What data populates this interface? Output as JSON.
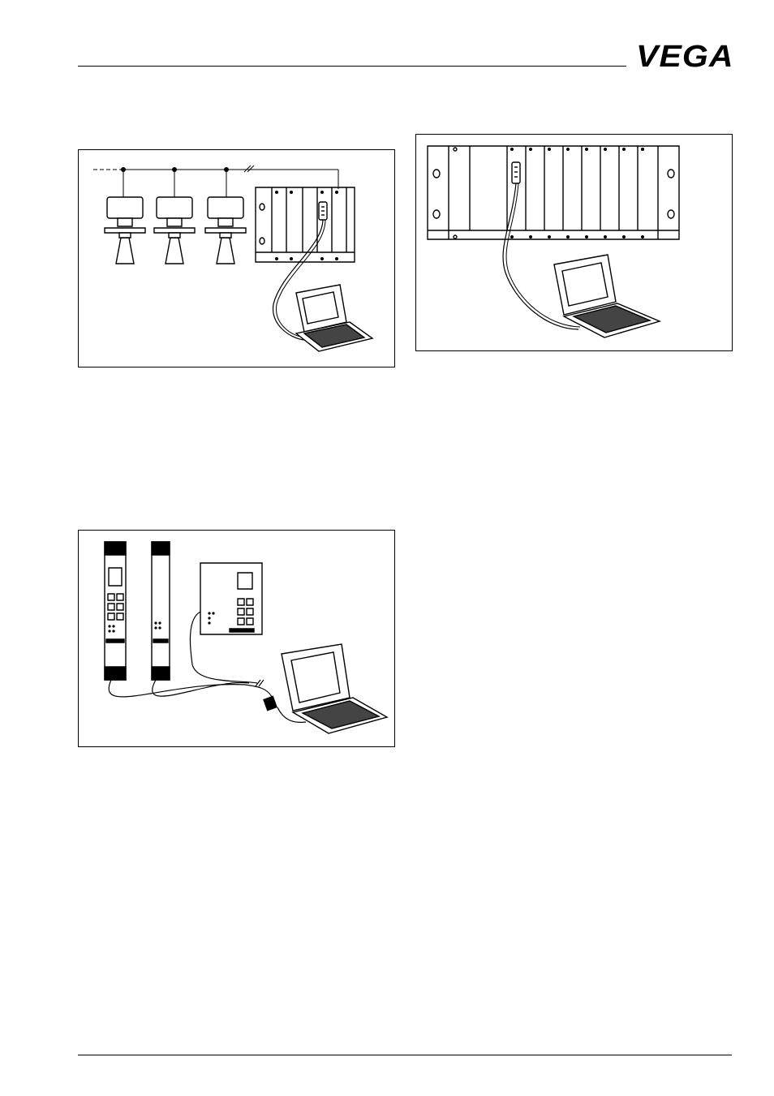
{
  "header": {
    "logo_text": "VEGA"
  },
  "figures": [
    {
      "id": "fig-sensors-rack-laptop",
      "icons": [
        "sensor-icon",
        "sensor-icon",
        "sensor-icon",
        "rack-icon",
        "connector-icon",
        "laptop-icon"
      ]
    },
    {
      "id": "fig-rack-laptop",
      "icons": [
        "rack-icon",
        "connector-icon",
        "laptop-icon"
      ]
    },
    {
      "id": "fig-modules-laptop",
      "icons": [
        "module-icon",
        "module-icon",
        "panel-icon",
        "adapter-icon",
        "laptop-icon"
      ]
    }
  ],
  "colors": {
    "ink": "#000000",
    "paper": "#ffffff"
  }
}
